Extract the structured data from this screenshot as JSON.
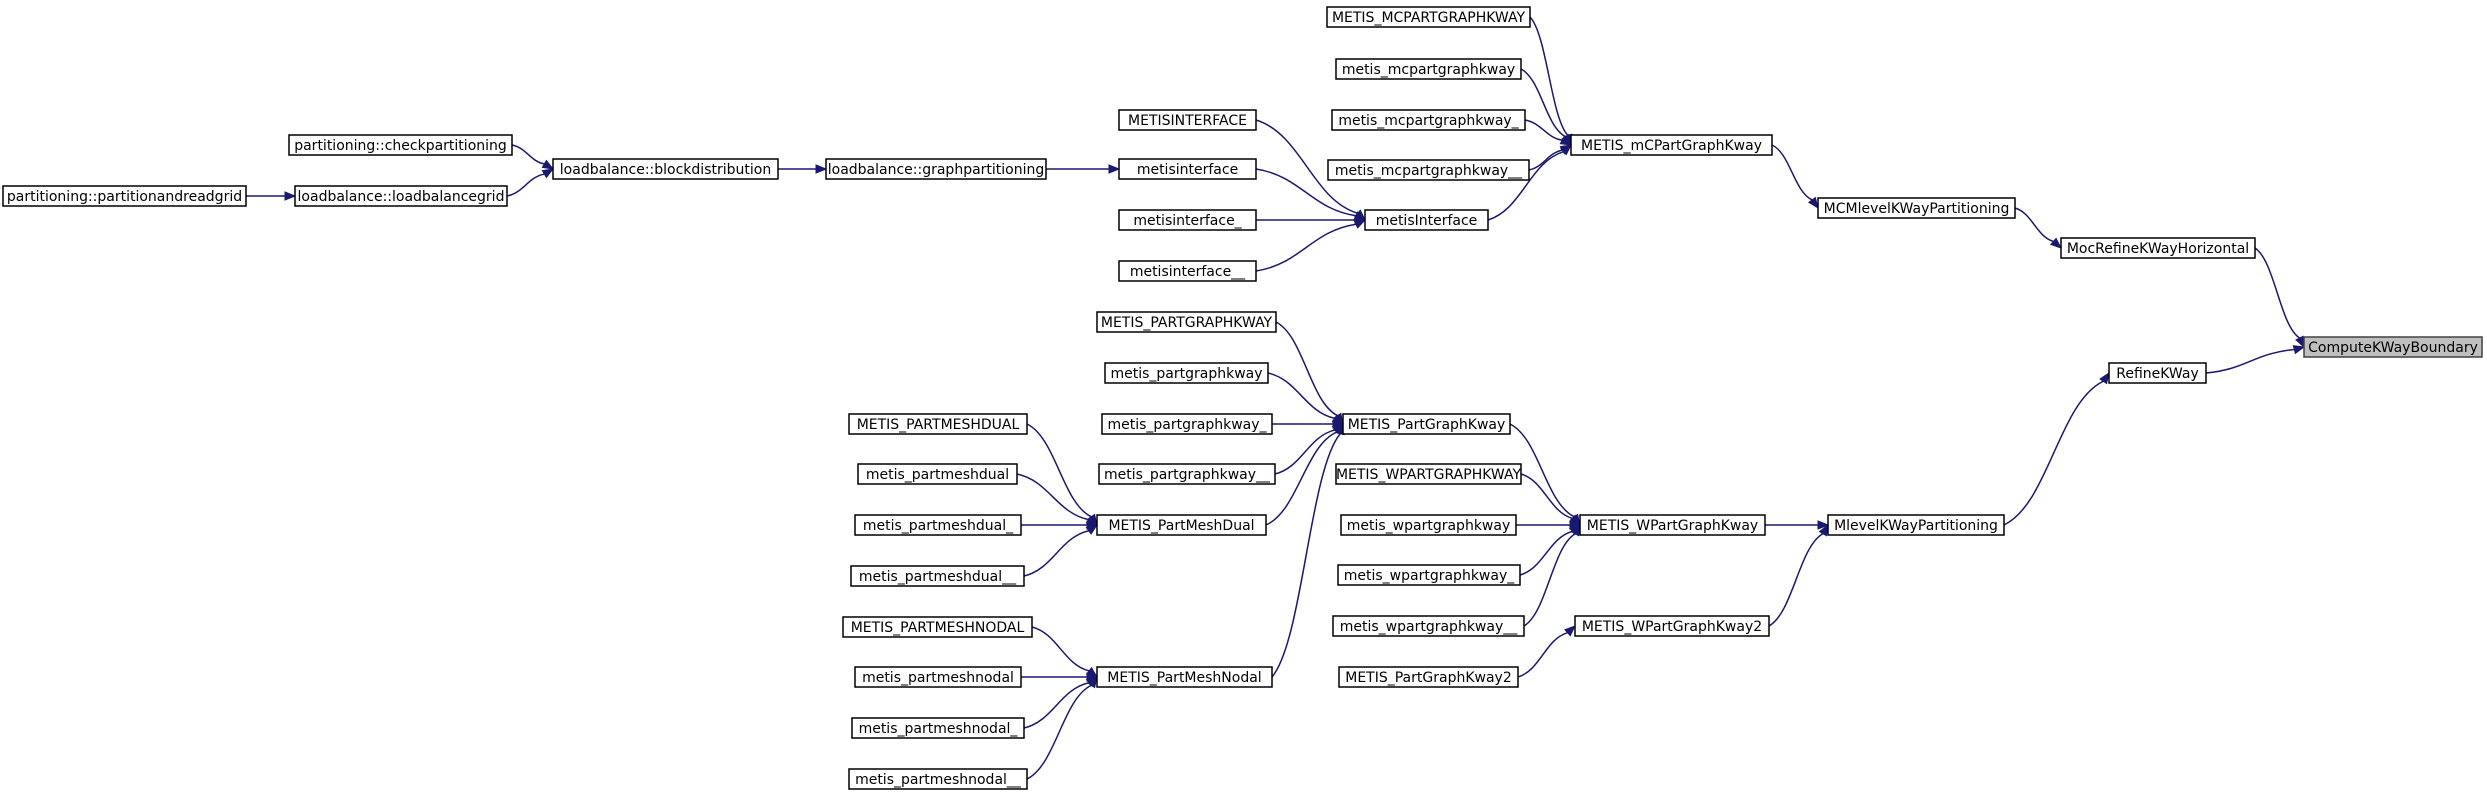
{
  "graph": {
    "edge_color": "#191970",
    "root_fill": "#bfbfbf",
    "root": "ComputeKWayBoundary",
    "nodes": {
      "ComputeKWayBoundary": "ComputeKWayBoundary",
      "MocRefineKWayHorizontal": "MocRefineKWayHorizontal",
      "RefineKWay": "RefineKWay",
      "MCMlevelKWayPartitioning": "MCMlevelKWayPartitioning",
      "METIS_mCPartGraphKway": "METIS_mCPartGraphKway",
      "METIS_MCPARTGRAPHKWAY": "METIS_MCPARTGRAPHKWAY",
      "metis_mcpartgraphkway": "metis_mcpartgraphkway",
      "metis_mcpartgraphkway_": "metis_mcpartgraphkway_",
      "metis_mcpartgraphkway__": "metis_mcpartgraphkway__",
      "metisInterface": "metisInterface",
      "METISINTERFACE": "METISINTERFACE",
      "metisinterface": "metisinterface",
      "metisinterface_": "metisinterface_",
      "metisinterface__": "metisinterface__",
      "graphpartitioning": "loadbalance::graphpartitioning",
      "blockdistribution": "loadbalance::blockdistribution",
      "checkpartitioning": "partitioning::checkpartitioning",
      "loadbalancegrid": "loadbalance::loadbalancegrid",
      "partitionandreadgrid": "partitioning::partitionandreadgrid",
      "MlevelKWayPartitioning": "MlevelKWayPartitioning",
      "METIS_WPartGraphKway": "METIS_WPartGraphKway",
      "METIS_WPartGraphKway2": "METIS_WPartGraphKway2",
      "METIS_PartGraphKway2": "METIS_PartGraphKway2",
      "METIS_WPARTGRAPHKWAY": "METIS_WPARTGRAPHKWAY",
      "metis_wpartgraphkway": "metis_wpartgraphkway",
      "metis_wpartgraphkway_": "metis_wpartgraphkway_",
      "metis_wpartgraphkway__": "metis_wpartgraphkway__",
      "METIS_PartGraphKway": "METIS_PartGraphKway",
      "METIS_PARTGRAPHKWAY": "METIS_PARTGRAPHKWAY",
      "metis_partgraphkway": "metis_partgraphkway",
      "metis_partgraphkway_": "metis_partgraphkway_",
      "metis_partgraphkway__": "metis_partgraphkway__",
      "METIS_PartMeshDual": "METIS_PartMeshDual",
      "METIS_PARTMESHDUAL": "METIS_PARTMESHDUAL",
      "metis_partmeshdual": "metis_partmeshdual",
      "metis_partmeshdual_": "metis_partmeshdual_",
      "metis_partmeshdual__": "metis_partmeshdual__",
      "METIS_PartMeshNodal": "METIS_PartMeshNodal",
      "METIS_PARTMESHNODAL": "METIS_PARTMESHNODAL",
      "metis_partmeshnodal": "metis_partmeshnodal",
      "metis_partmeshnodal_": "metis_partmeshnodal_",
      "metis_partmeshnodal__": "metis_partmeshnodal__"
    },
    "edges": [
      [
        "MocRefineKWayHorizontal",
        "ComputeKWayBoundary"
      ],
      [
        "RefineKWay",
        "ComputeKWayBoundary"
      ],
      [
        "MCMlevelKWayPartitioning",
        "MocRefineKWayHorizontal"
      ],
      [
        "METIS_mCPartGraphKway",
        "MCMlevelKWayPartitioning"
      ],
      [
        "METIS_MCPARTGRAPHKWAY",
        "METIS_mCPartGraphKway"
      ],
      [
        "metis_mcpartgraphkway",
        "METIS_mCPartGraphKway"
      ],
      [
        "metis_mcpartgraphkway_",
        "METIS_mCPartGraphKway"
      ],
      [
        "metis_mcpartgraphkway__",
        "METIS_mCPartGraphKway"
      ],
      [
        "metisInterface",
        "METIS_mCPartGraphKway"
      ],
      [
        "METISINTERFACE",
        "metisInterface"
      ],
      [
        "metisinterface",
        "metisInterface"
      ],
      [
        "metisinterface_",
        "metisInterface"
      ],
      [
        "metisinterface__",
        "metisInterface"
      ],
      [
        "graphpartitioning",
        "metisinterface"
      ],
      [
        "blockdistribution",
        "graphpartitioning"
      ],
      [
        "checkpartitioning",
        "blockdistribution"
      ],
      [
        "loadbalancegrid",
        "blockdistribution"
      ],
      [
        "partitionandreadgrid",
        "loadbalancegrid"
      ],
      [
        "MlevelKWayPartitioning",
        "RefineKWay"
      ],
      [
        "METIS_WPartGraphKway",
        "MlevelKWayPartitioning"
      ],
      [
        "METIS_WPartGraphKway2",
        "MlevelKWayPartitioning"
      ],
      [
        "METIS_PartGraphKway2",
        "METIS_WPartGraphKway2"
      ],
      [
        "METIS_WPARTGRAPHKWAY",
        "METIS_WPartGraphKway"
      ],
      [
        "metis_wpartgraphkway",
        "METIS_WPartGraphKway"
      ],
      [
        "metis_wpartgraphkway_",
        "METIS_WPartGraphKway"
      ],
      [
        "metis_wpartgraphkway__",
        "METIS_WPartGraphKway"
      ],
      [
        "METIS_PartGraphKway",
        "METIS_WPartGraphKway"
      ],
      [
        "METIS_PARTGRAPHKWAY",
        "METIS_PartGraphKway"
      ],
      [
        "metis_partgraphkway",
        "METIS_PartGraphKway"
      ],
      [
        "metis_partgraphkway_",
        "METIS_PartGraphKway"
      ],
      [
        "metis_partgraphkway__",
        "METIS_PartGraphKway"
      ],
      [
        "METIS_PartMeshDual",
        "METIS_PartGraphKway"
      ],
      [
        "METIS_PartMeshNodal",
        "METIS_PartGraphKway"
      ],
      [
        "METIS_PARTMESHDUAL",
        "METIS_PartMeshDual"
      ],
      [
        "metis_partmeshdual",
        "METIS_PartMeshDual"
      ],
      [
        "metis_partmeshdual_",
        "METIS_PartMeshDual"
      ],
      [
        "metis_partmeshdual__",
        "METIS_PartMeshDual"
      ],
      [
        "METIS_PARTMESHNODAL",
        "METIS_PartMeshNodal"
      ],
      [
        "metis_partmeshnodal",
        "METIS_PartMeshNodal"
      ],
      [
        "metis_partmeshnodal_",
        "METIS_PartMeshNodal"
      ],
      [
        "metis_partmeshnodal__",
        "METIS_PartMeshNodal"
      ]
    ]
  }
}
